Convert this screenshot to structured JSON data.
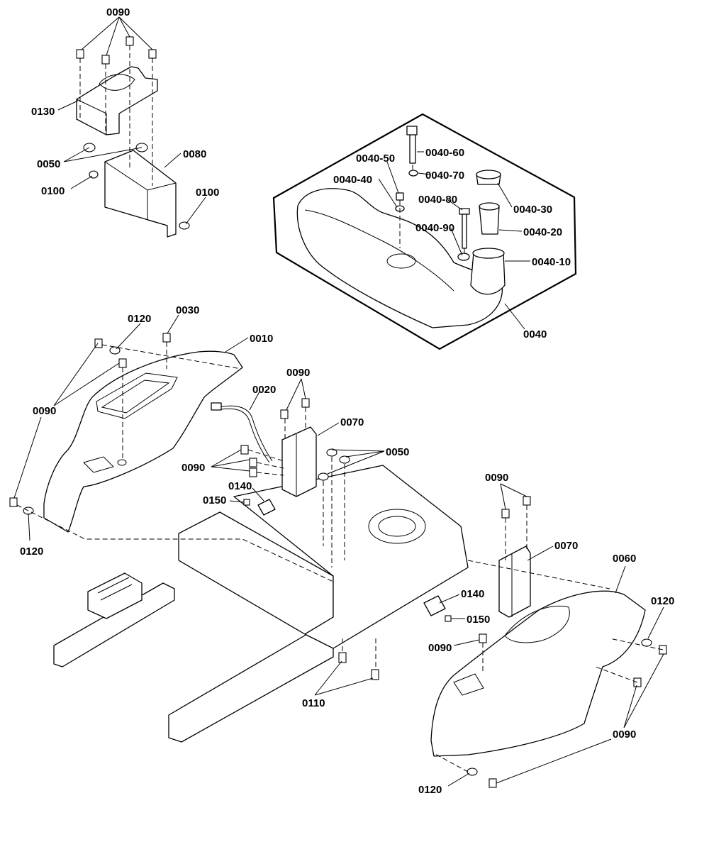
{
  "labels": {
    "l0090_top": "0090",
    "l0130": "0130",
    "l0050_top": "0050",
    "l0080": "0080",
    "l0100_left": "0100",
    "l0100_right": "0100",
    "l0040_60": "0040-60",
    "l0040_50": "0040-50",
    "l0040_70": "0040-70",
    "l0040_40": "0040-40",
    "l0040_80": "0040-80",
    "l0040_30": "0040-30",
    "l0040_90": "0040-90",
    "l0040_20": "0040-20",
    "l0040_10": "0040-10",
    "l0040": "0040",
    "l0030": "0030",
    "l0120_top": "0120",
    "l0010": "0010",
    "l0090_left": "0090",
    "l0020": "0020",
    "l0090_mid": "0090",
    "l0070_mid": "0070",
    "l0050_mid": "0050",
    "l0090_bolts": "0090",
    "l0140_mid": "0140",
    "l0150_mid": "0150",
    "l0120_left": "0120",
    "l0090_right": "0090",
    "l0070_right": "0070",
    "l0060": "0060",
    "l0140_right": "0140",
    "l0150_right": "0150",
    "l0120_right": "0120",
    "l0090_lower": "0090",
    "l0110": "0110",
    "l0090_bottom_right": "0090",
    "l0120_bottom": "0120"
  }
}
